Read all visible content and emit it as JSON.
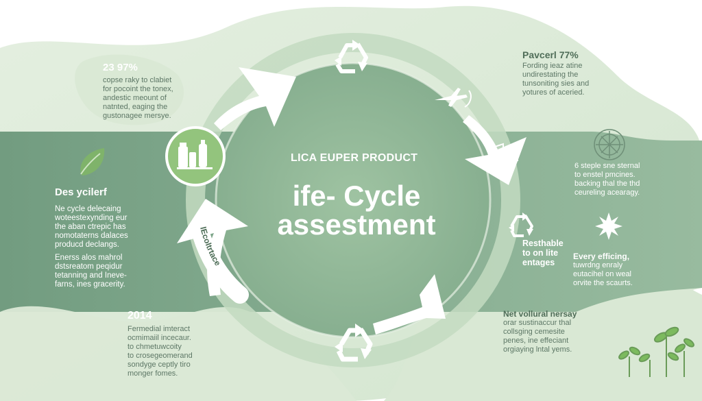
{
  "center": {
    "subtitle": "LICA EUPER PRODUCT",
    "title_line1": "ife- Cycle",
    "title_line2": "assestment"
  },
  "arrow_label": "lEcoltrtace",
  "top_left": {
    "stat": "23 97%",
    "lines": [
      "copse raky to clabiet",
      "for pocoint the tonex,",
      "andestic meount of",
      "natnted, eaging the",
      "gustonagee mersye."
    ]
  },
  "left_main": {
    "heading": "Des ycilerf",
    "lines": [
      "Ne cycle delecaing",
      "woteestexynding eur",
      "the aban ctrepic has",
      "nomotaterns dalaces",
      "producd declangs."
    ]
  },
  "left_lower": {
    "lines": [
      "Enerss alos mahrol",
      "dstsreatom peqidur",
      "tetanning and Ineve-",
      "farns, ines gracerity."
    ]
  },
  "bottom_left": {
    "year": "2014",
    "lines": [
      "Fermedial imteract",
      "ocmimaiil incecaur.",
      "to chmetuwcoity",
      "to crosegeomerand",
      "sondyge ceptly tiro",
      "monger fomes."
    ]
  },
  "top_right": {
    "stat": "Pavcerl 77%",
    "lines": [
      "Fording ieaz atine",
      "undirestating the",
      "tunsoniting sies and",
      "yotures of aceried."
    ]
  },
  "mid_right": {
    "lines": [
      "6 steple sne sternal",
      "to enstel pmcines.",
      "backing thal the thd",
      "ceureling acearagy."
    ]
  },
  "recyclable": {
    "lines": [
      "Resthable",
      "to on lite",
      "entages"
    ]
  },
  "efficiency": {
    "lines": [
      "Every efficing,",
      "tuwrdng enraly",
      "eutacihel on weal",
      "orvite the scaurts."
    ]
  },
  "bottom_right": {
    "lines": [
      "Net vollural nersay",
      "orar sustinaccur thal",
      "collsging cemesite",
      "penes, ine effeciant",
      "orgiaying lntal yems."
    ]
  },
  "colors": {
    "band": "#7fa78b",
    "light": "#dce9d7",
    "ring": "#c7dcc5",
    "accent": "#8cbf76"
  }
}
